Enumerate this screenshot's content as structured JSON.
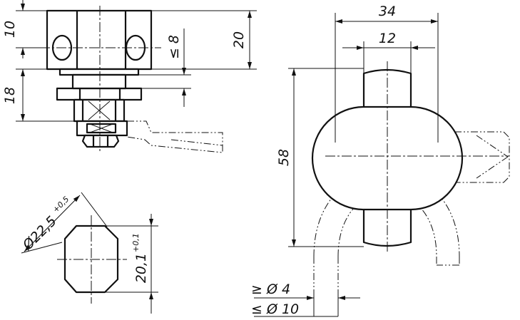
{
  "dimensions": {
    "height_10": "10",
    "height_18": "18",
    "max_8": "≤ 8",
    "height_20": "20",
    "width_34": "34",
    "width_12": "12",
    "height_58": "58",
    "diameter_22_5": "Ø22,5",
    "tol_22_5": "+0,5",
    "width_20_1": "20,1",
    "tol_20_1": "+0,1",
    "min_d4": "≥ Ø 4",
    "max_d10": "≤ Ø 10"
  }
}
